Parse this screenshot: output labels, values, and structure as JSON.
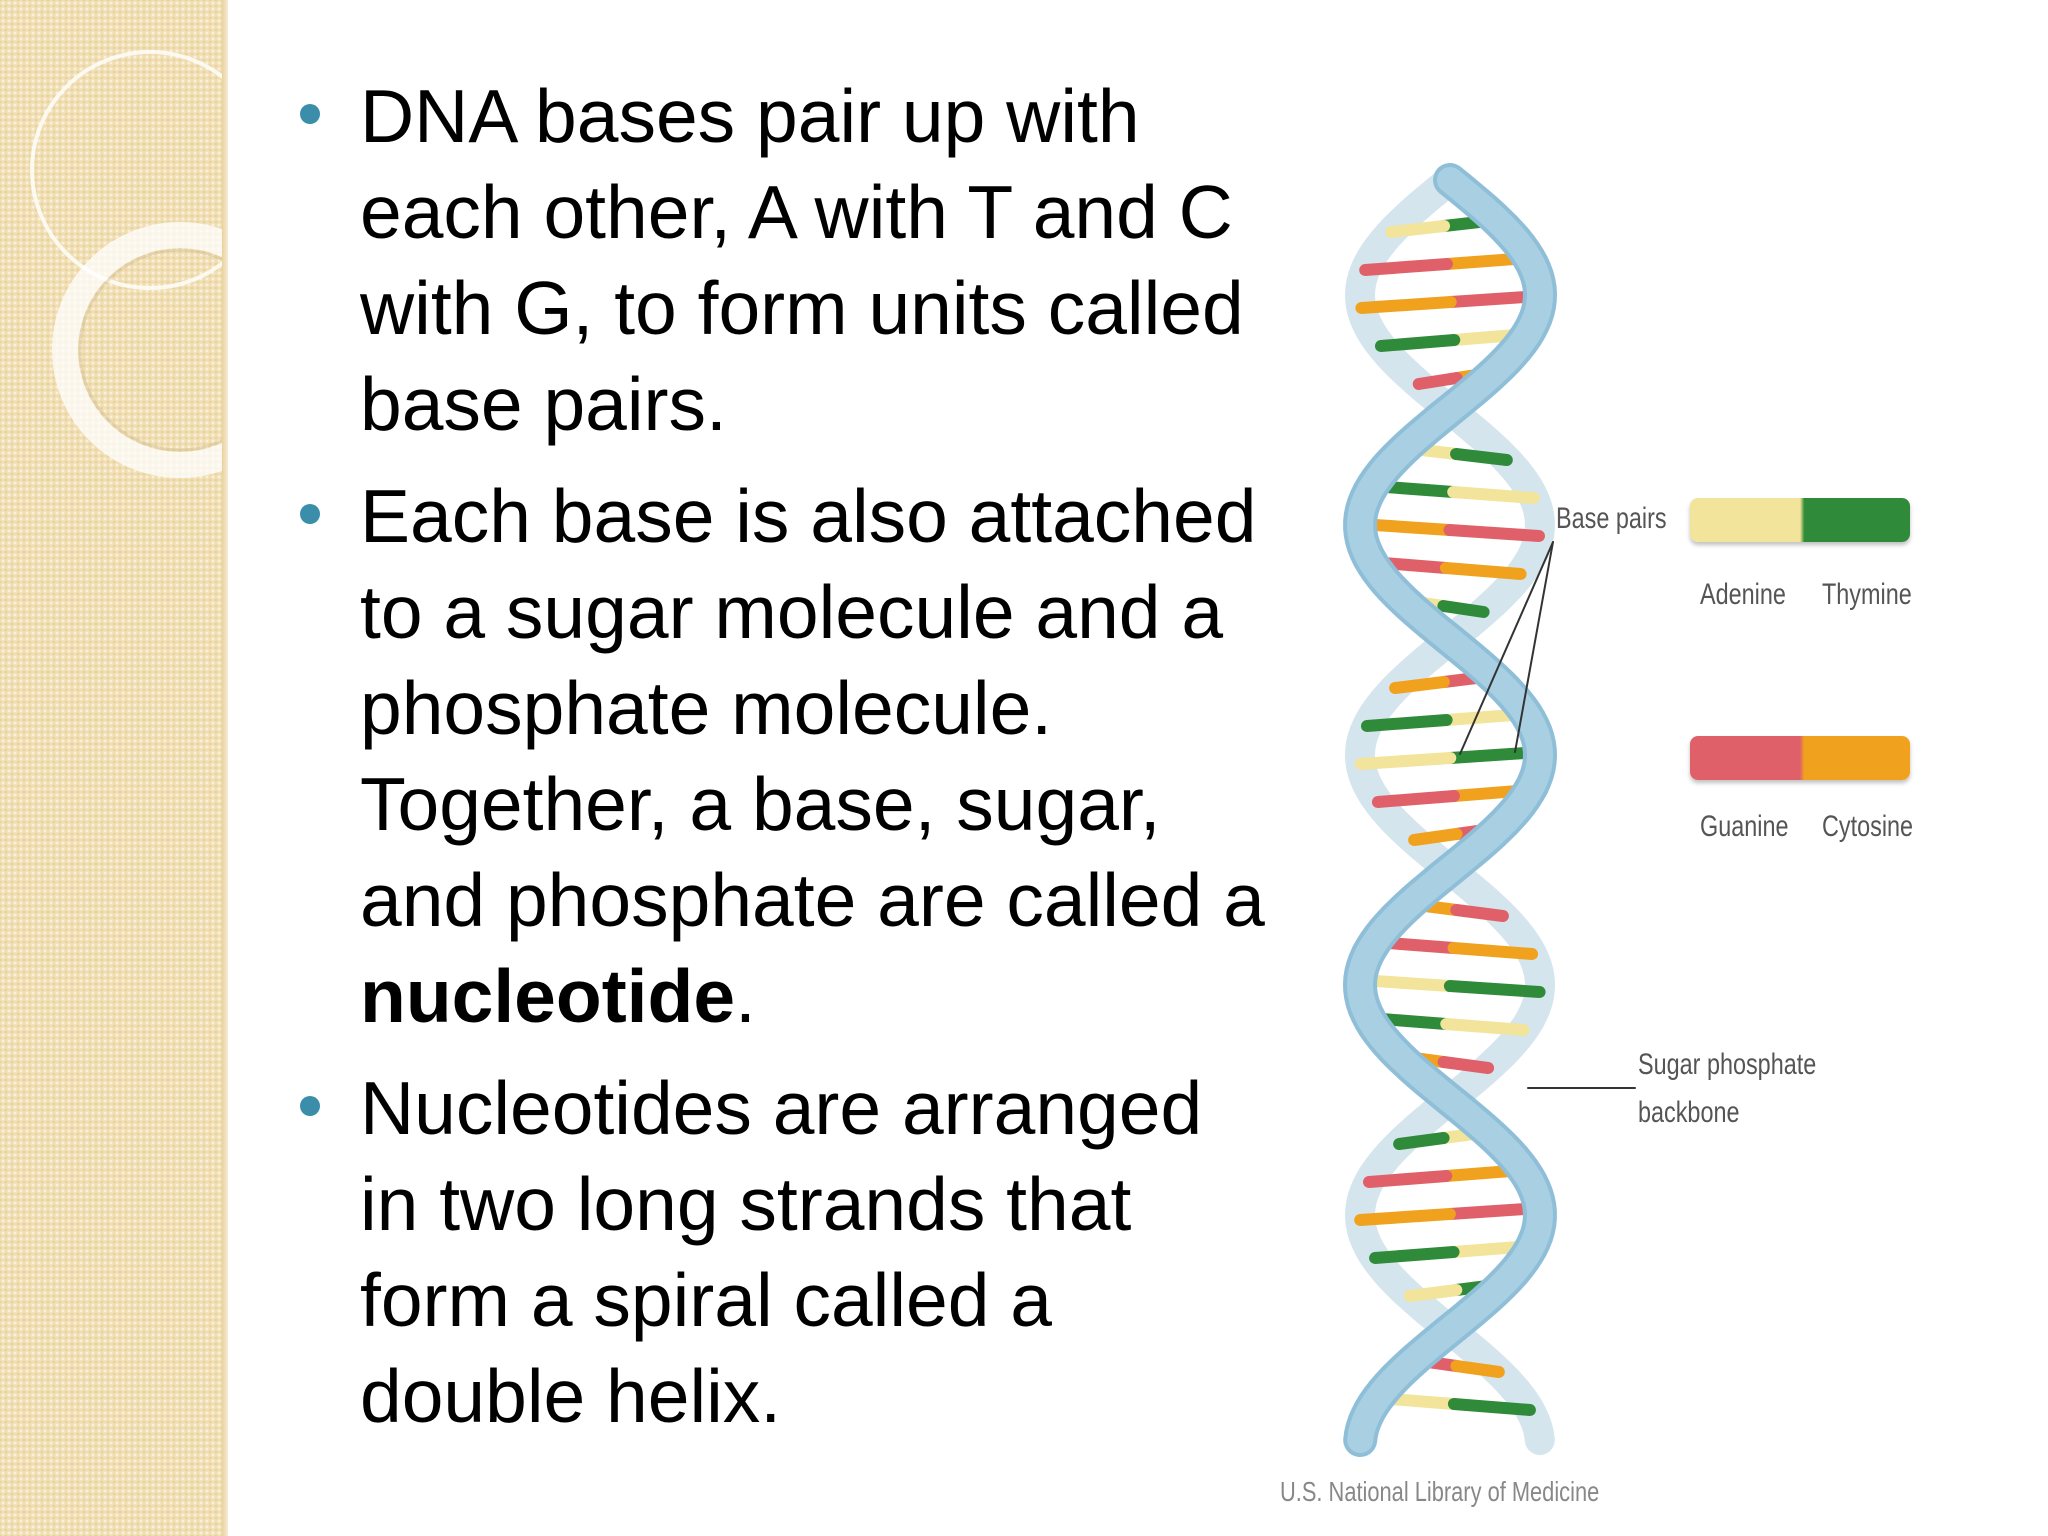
{
  "slide": {
    "bullets": [
      {
        "text": "DNA bases pair up with each other, A with T and C with G, to form units called base pairs."
      },
      {
        "text_before": "Each base is also attached to a sugar molecule and a phosphate molecule. Together, a base, sugar, and phosphate are called a ",
        "term": "nucleotide",
        "text_after": "."
      },
      {
        "text": "Nucleotides are arranged in two long strands that form a spiral called a double helix."
      }
    ]
  },
  "figure": {
    "labels": {
      "base_pairs": "Base pairs",
      "adenine": "Adenine",
      "thymine": "Thymine",
      "guanine": "Guanine",
      "cytosine": "Cytosine",
      "backbone_line1": "Sugar phosphate",
      "backbone_line2": "backbone"
    },
    "source": "U.S. National Library of Medicine",
    "colors": {
      "adenine": "#f2e49a",
      "thymine": "#2f8a3a",
      "guanine": "#e0606a",
      "cytosine": "#f0a21e",
      "backbone": "#a9cfe2",
      "bullet": "#3a8ea9"
    }
  }
}
